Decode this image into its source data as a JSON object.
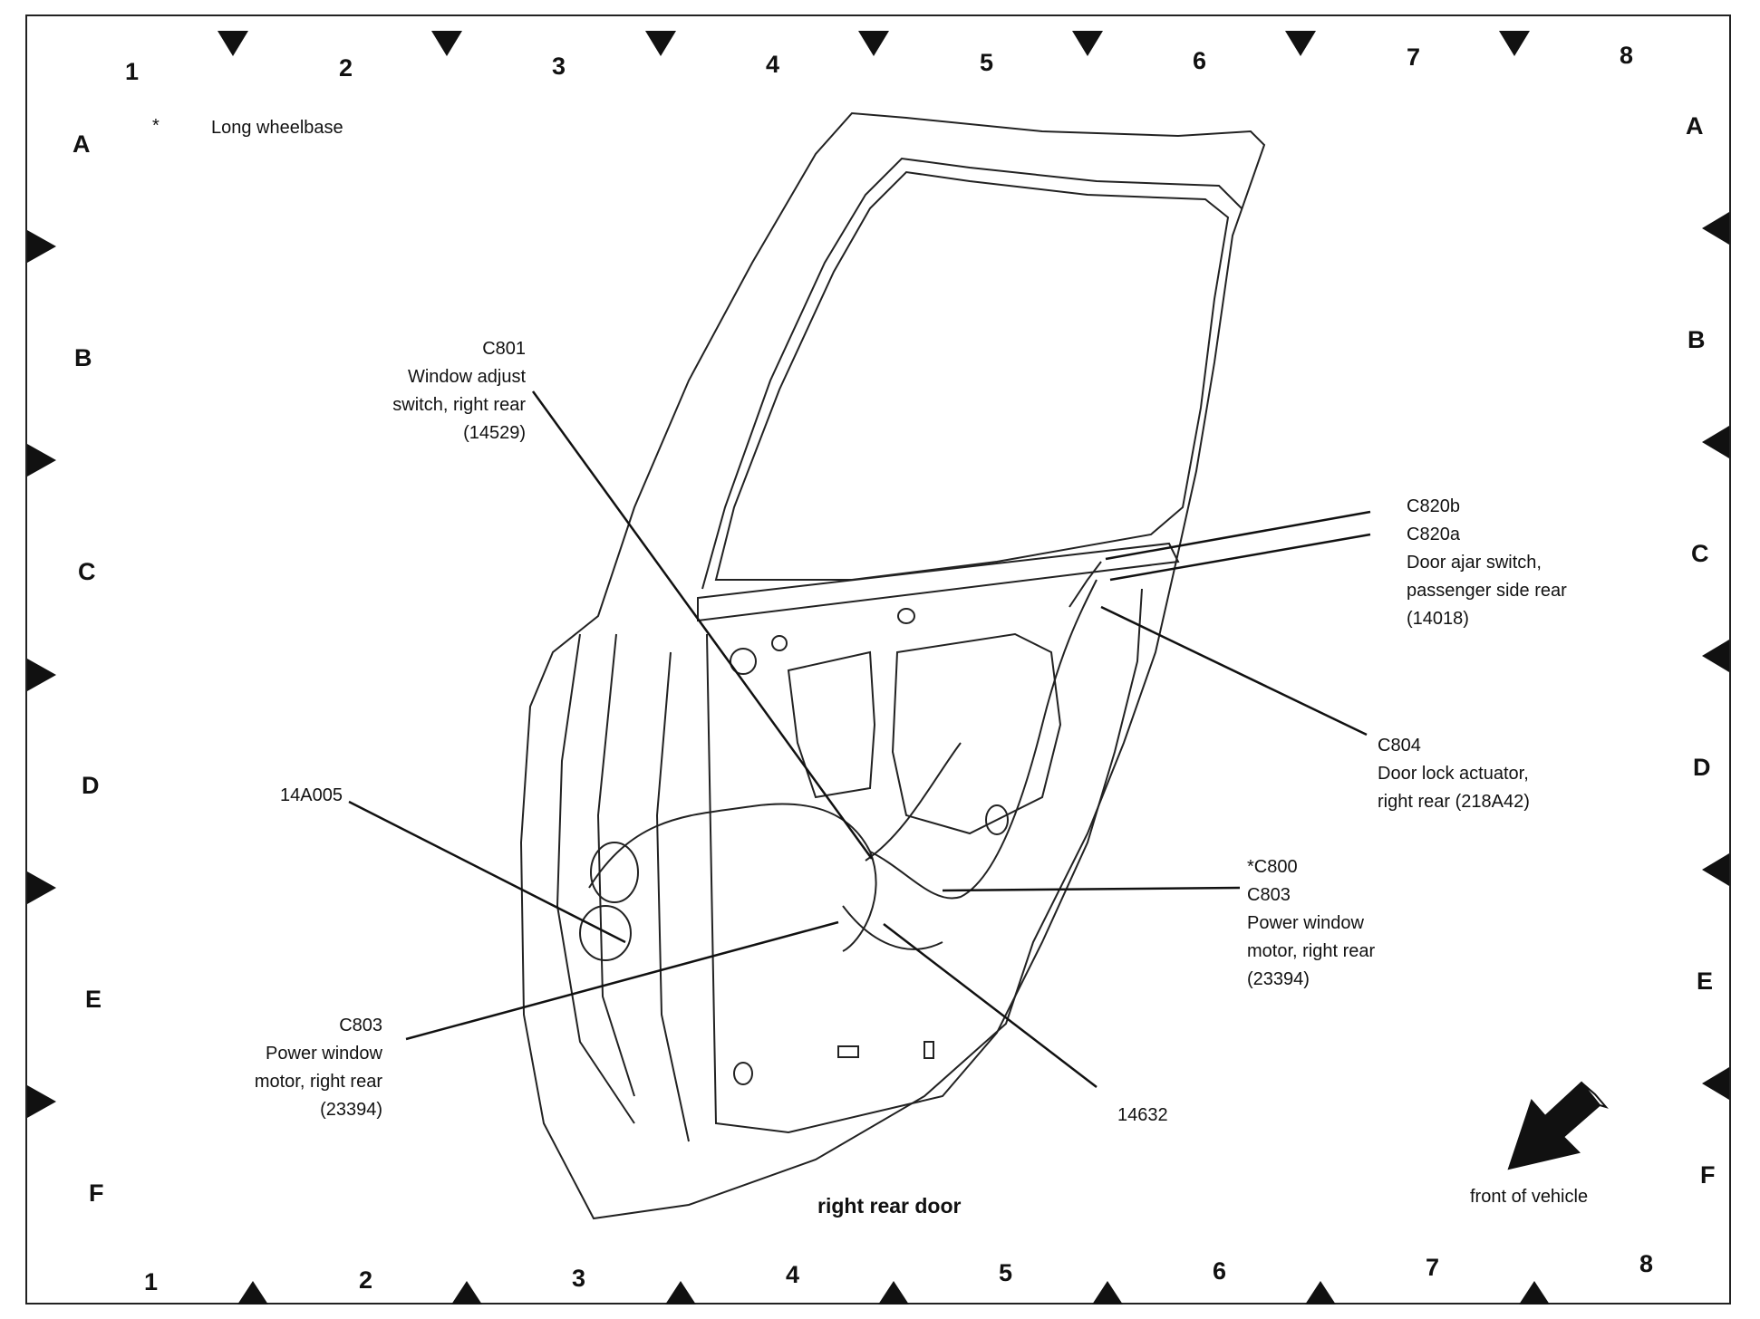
{
  "grid": {
    "columns": [
      "1",
      "2",
      "3",
      "4",
      "5",
      "6",
      "7",
      "8"
    ],
    "rows": [
      "A",
      "B",
      "C",
      "D",
      "E",
      "F"
    ]
  },
  "note": {
    "mark": "*",
    "text": "Long wheelbase"
  },
  "callouts": {
    "c801": [
      "C801",
      "Window adjust",
      "switch, right rear",
      "(14529)"
    ],
    "c820": [
      "C820b",
      "C820a",
      "Door ajar switch,",
      "passenger side rear",
      "(14018)"
    ],
    "c804": [
      "C804",
      "Door lock actuator,",
      "right rear (218A42)"
    ],
    "connector_14a005": [
      "14A005"
    ],
    "c800_c803": [
      "*C800",
      "C803",
      "Power window",
      "motor, right rear",
      "(23394)"
    ],
    "c803_left": [
      "C803",
      "Power window",
      "motor, right rear",
      "(23394)"
    ],
    "harness_14632": [
      "14632"
    ]
  },
  "title": "right rear door",
  "orientation": {
    "label": "front of vehicle",
    "icon": "arrow-icon"
  },
  "colors": {
    "ink": "#111111",
    "paper": "#ffffff"
  }
}
